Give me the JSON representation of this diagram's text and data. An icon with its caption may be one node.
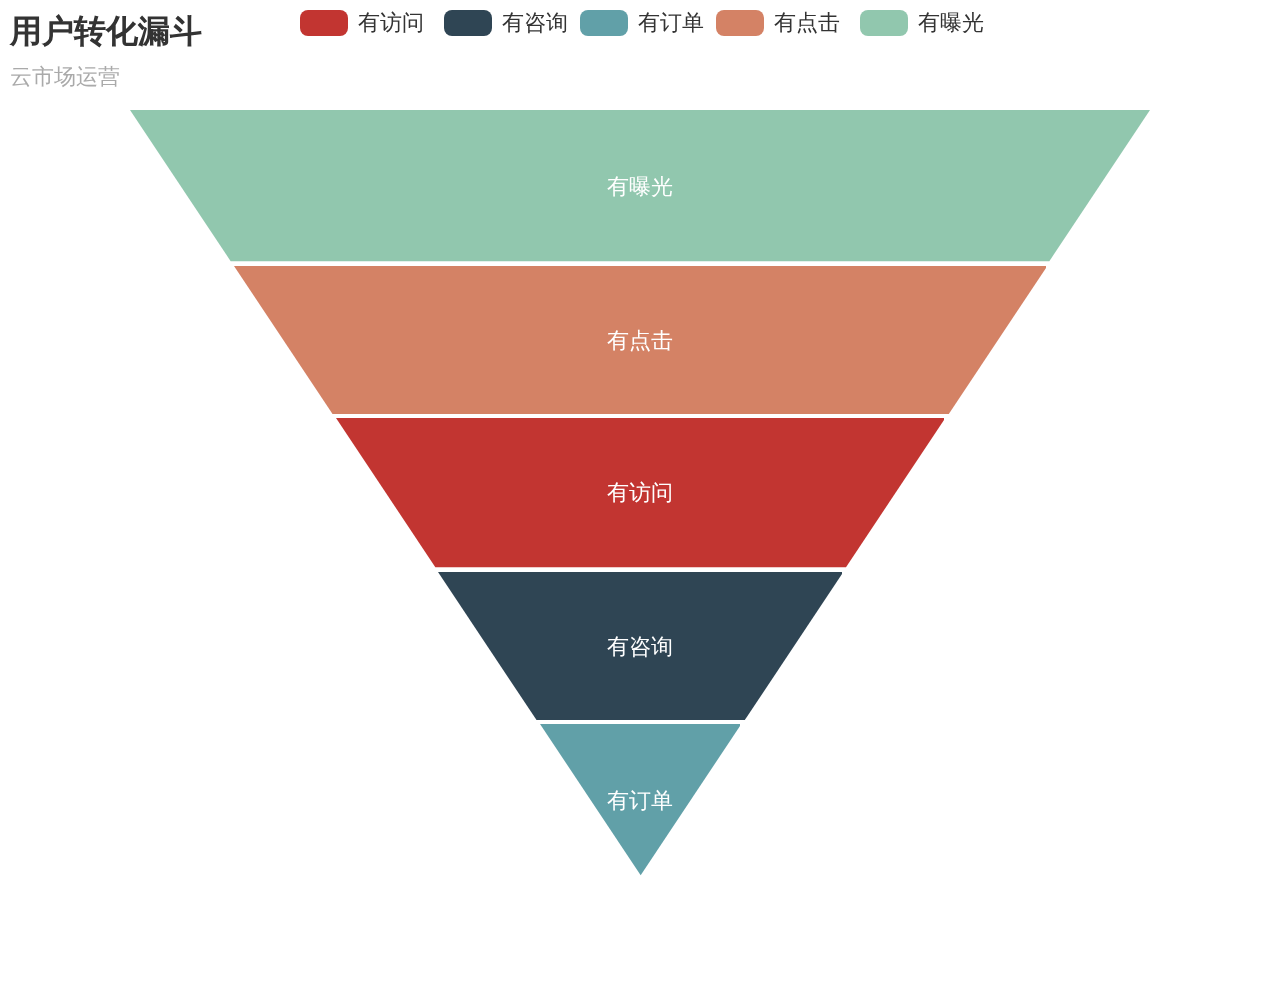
{
  "diagram": {
    "title": "用户转化漏斗",
    "nodes": [
      {
        "text": [
          "有曝光"
        ]
      },
      {
        "text": [
          "有点击"
        ]
      },
      {
        "text": [
          "有访问"
        ]
      },
      {
        "text": [
          "有咨询"
        ]
      },
      {
        "text": [
          "有订单"
        ]
      }
    ],
    "labels": [
      "云市场运营"
    ],
    "legend": [
      {
        "text": "有访问",
        "color": "#c23531"
      },
      {
        "text": "有咨询",
        "color": "#2f4554"
      },
      {
        "text": "有订单",
        "color": "#61a0a8"
      },
      {
        "text": "有点击",
        "color": "#d48265"
      },
      {
        "text": "有曝光",
        "color": "#91c7ae"
      }
    ]
  }
}
